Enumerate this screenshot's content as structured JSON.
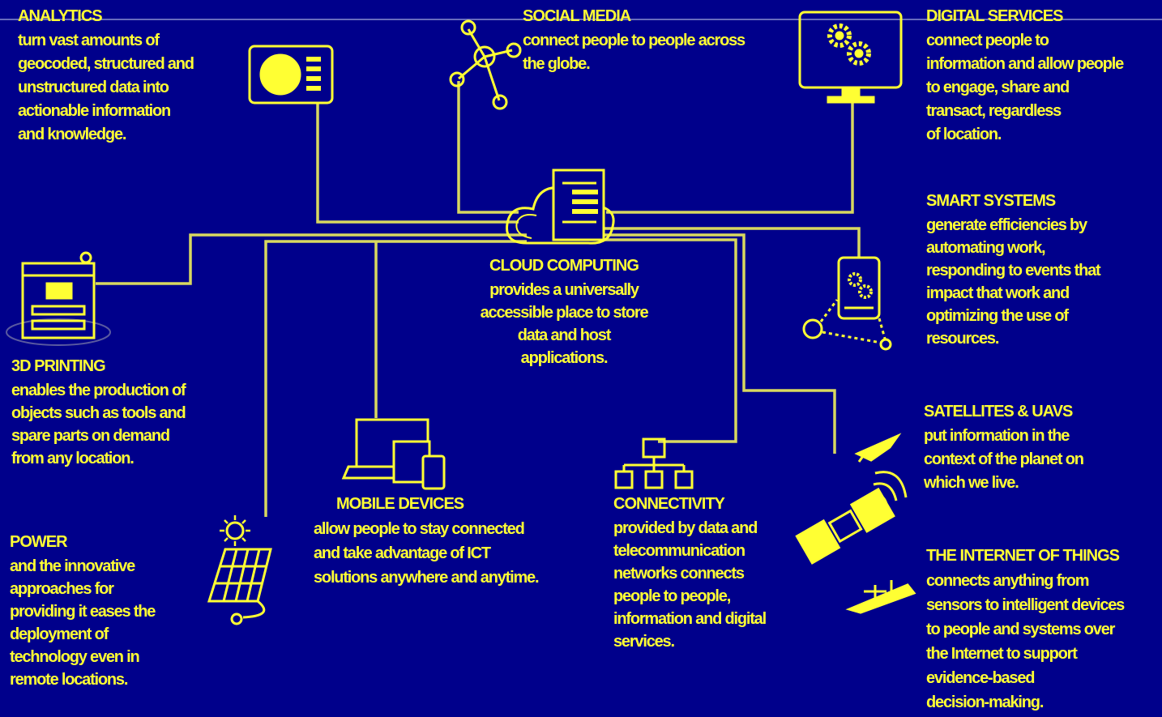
{
  "colors": {
    "background": "#00008b",
    "accent": "#ffff33",
    "line": "#d8d860"
  },
  "nodes": [
    {
      "id": "analytics",
      "heading": "ANALYTICS",
      "text": "turn vast amounts of\ngeocoded, structured and\nunstructured data into\nactionable information\nand knowledge.",
      "icon": "tablet-chart-icon"
    },
    {
      "id": "social-media",
      "heading": "SOCIAL MEDIA",
      "text": "connect people to people across\nthe globe.",
      "icon": "network-nodes-icon"
    },
    {
      "id": "digital-services",
      "heading": "DIGITAL SERVICES",
      "text": "connect people to\ninformation and allow people\nto engage, share and\ntransact, regardless\nof location.",
      "icon": "monitor-gears-icon"
    },
    {
      "id": "smart-systems",
      "heading": "SMART SYSTEMS",
      "text": "generate efficiencies by\nautomating work,\nresponding to events that\nimpact that work and\noptimizing the use of\nresources.",
      "icon": "smartphone-gears-icon"
    },
    {
      "id": "cloud-computing",
      "heading": "CLOUD COMPUTING",
      "text": "provides a universally\naccessible place to store\ndata and host\napplications.",
      "icon": "cloud-document-icon"
    },
    {
      "id": "3d-printing",
      "heading": "3D PRINTING",
      "text": "enables the production of\nobjects such as tools and\nspare parts on demand\nfrom any location.",
      "icon": "3d-printer-icon"
    },
    {
      "id": "satellites",
      "heading": "SATELLITES & UAVS",
      "text": "put information in the\ncontext of the planet on\nwhich we live.",
      "icon": "satellite-icon"
    },
    {
      "id": "power",
      "heading": "POWER",
      "text": "and the innovative\napproaches for\nproviding it eases the\ndeployment of\ntechnology even in\nremote locations.",
      "icon": "solar-panel-icon"
    },
    {
      "id": "mobile-devices",
      "heading": "MOBILE DEVICES",
      "text": "allow people to stay connected\nand take advantage of ICT\nsolutions anywhere and anytime.",
      "icon": "laptop-phone-icon"
    },
    {
      "id": "connectivity",
      "heading": "CONNECTIVITY",
      "text": "provided by data and\ntelecommunication\nnetworks connects\npeople to people,\ninformation and digital\nservices.",
      "icon": "network-hierarchy-icon"
    },
    {
      "id": "iot",
      "heading": "THE INTERNET OF THINGS",
      "text": "connects anything from\nsensors to intelligent devices\nto people and systems over\nthe Internet to support\nevidence-based\ndecision-making.",
      "icon": "drone-icon"
    }
  ]
}
